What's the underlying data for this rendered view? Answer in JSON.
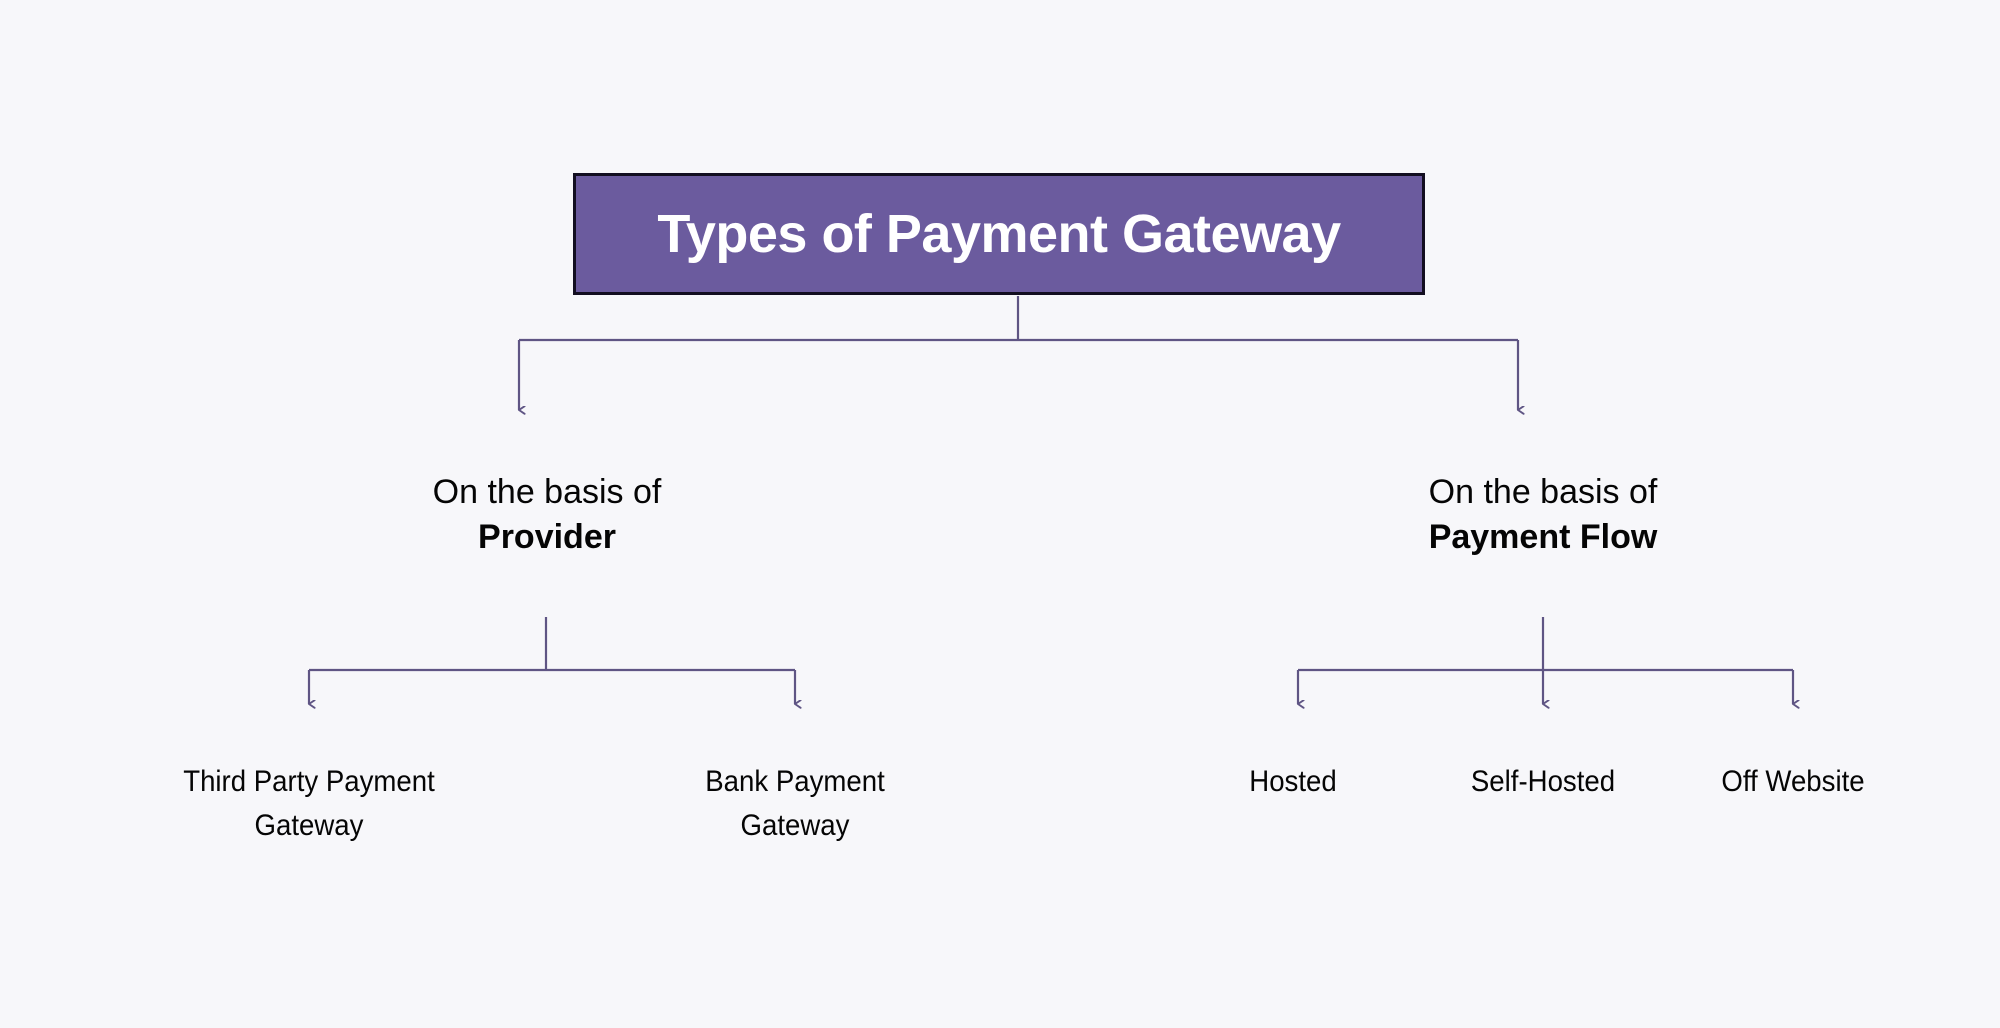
{
  "diagram": {
    "background_color": "#f7f7fa",
    "accent_color": "#6b5b9e",
    "connector_color": "#5f5584",
    "border_color": "#120e20",
    "text_color": "#050505",
    "root": {
      "title": "Types of Payment Gateway"
    },
    "branches": [
      {
        "id": "provider",
        "prefix": "On the basis of",
        "main": "Provider",
        "leaves": [
          {
            "id": "third-party",
            "line1": "Third Party Payment",
            "line2": "Gateway"
          },
          {
            "id": "bank",
            "line1": "Bank Payment",
            "line2": "Gateway"
          }
        ]
      },
      {
        "id": "payment-flow",
        "prefix": "On the basis of",
        "main": "Payment Flow",
        "leaves": [
          {
            "id": "hosted",
            "line1": "Hosted",
            "line2": ""
          },
          {
            "id": "self-hosted",
            "line1": "Self-Hosted",
            "line2": ""
          },
          {
            "id": "off-website",
            "line1": "Off Website",
            "line2": ""
          }
        ]
      }
    ]
  }
}
